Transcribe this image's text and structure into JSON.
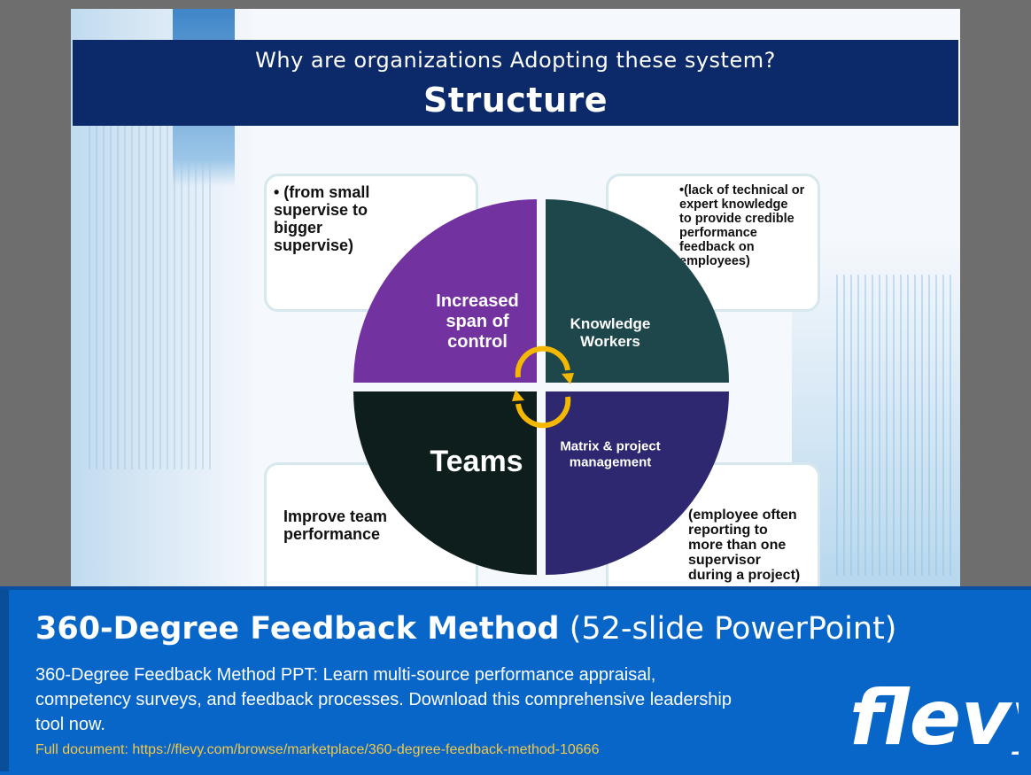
{
  "slide": {
    "subtitle": "Why are organizations Adopting these system?",
    "title": "Structure",
    "quadrants": [
      {
        "label": "Increased span of control",
        "lines": [
          "Increased",
          "span of",
          "control"
        ],
        "color": "#7232a0"
      },
      {
        "label": "Knowledge Workers",
        "lines": [
          "Knowledge",
          "Workers"
        ],
        "color": "#1e474c"
      },
      {
        "label": "Teams",
        "lines": [
          "Teams"
        ],
        "color": "#0e1e1c"
      },
      {
        "label": "Matrix & project management",
        "lines": [
          "Matrix & project",
          "management"
        ],
        "color": "#2e2870"
      }
    ],
    "cards": {
      "top_left": "• (from small\n   supervise to\n   bigger\n   supervise)",
      "top_right": "•(lack of technical or\n  expert knowledge\n  to provide credible\n  performance\n  feedback on\n  employees)",
      "bottom_left": "Improve team\nperformance",
      "bottom_right": "(employee often\nreporting to\nmore than one\nsupervisor\nduring a project)"
    },
    "arrow_color": "#f5b800"
  },
  "banner": {
    "title_bold": "360-Degree Feedback Method",
    "title_light": " (52-slide PowerPoint)",
    "description": "360-Degree Feedback Method PPT: Learn multi-source performance appraisal, competency surveys, and feedback processes. Download this comprehensive leadership tool now.",
    "link": "Full document: https://flevy.com/browse/marketplace/360-degree-feedback-method-10666",
    "logo_text": "flevy"
  }
}
